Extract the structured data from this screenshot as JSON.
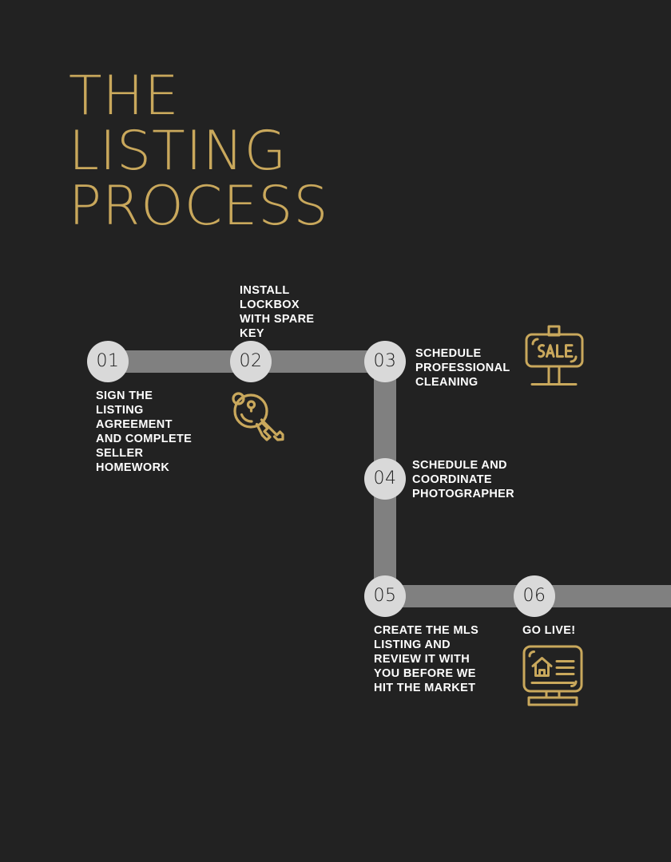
{
  "page": {
    "background_color": "#222222",
    "accent_gold": "#C9A85C",
    "track_gray": "#808080",
    "circle_fill": "#D9D9D9",
    "text_color": "#FFFFFF"
  },
  "title": {
    "lines": [
      "THE",
      "LISTING",
      "PROCESS"
    ]
  },
  "steps": [
    {
      "number": "01",
      "caption": "SIGN THE\nLISTING\nAGREEMENT\nAND COMPLETE\nSELLER\nHOMEWORK",
      "icon": null
    },
    {
      "number": "02",
      "caption": "INSTALL\nLOCKBOX\nWITH SPARE\nKEY",
      "icon": "key-lockbox-icon"
    },
    {
      "number": "03",
      "caption": "SCHEDULE\nPROFESSIONAL\nCLEANING",
      "icon": "sale-sign-icon"
    },
    {
      "number": "04",
      "caption": "SCHEDULE AND\nCOORDINATE\nPHOTOGRAPHER",
      "icon": null
    },
    {
      "number": "05",
      "caption": "CREATE THE MLS\nLISTING AND\nREVIEW IT WITH\nYOU BEFORE WE\nHIT THE MARKET",
      "icon": null
    },
    {
      "number": "06",
      "caption": "GO LIVE!",
      "icon": "monitor-listing-icon"
    }
  ],
  "icons": {
    "sale_sign_label": "SALE"
  }
}
